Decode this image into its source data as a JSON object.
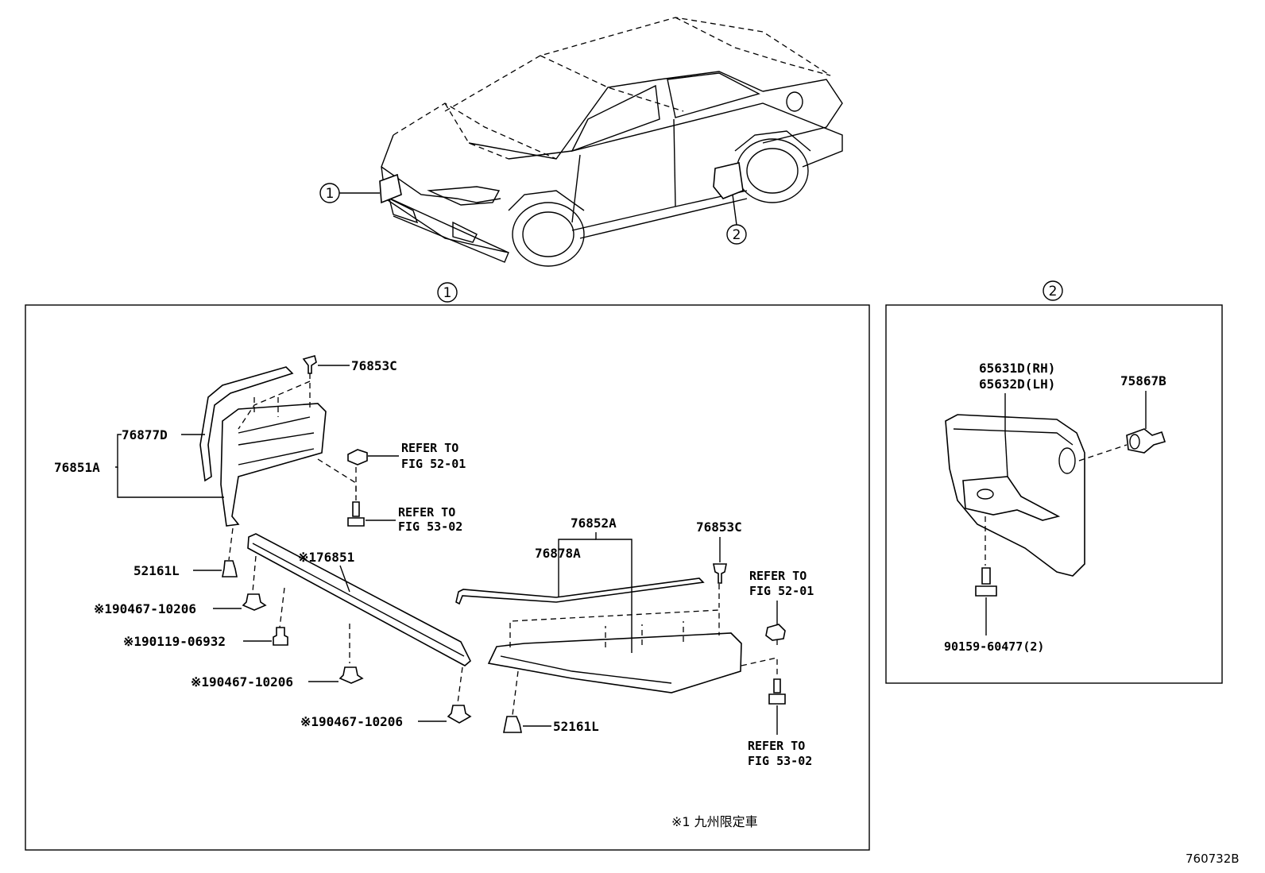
{
  "callouts": {
    "c1": "1",
    "c2": "2"
  },
  "panel1": {
    "labels": {
      "p76853C_a": "76853C",
      "p76877D": "76877D",
      "p76851A": "76851A",
      "refer52_a_1": "REFER TO",
      "refer52_a_2": "FIG 52-01",
      "refer53_a_1": "REFER TO",
      "refer53_a_2": "FIG 53-02",
      "p52161L_a": "52161L",
      "p76851": "※176851",
      "p90467_a": "※190467-10206",
      "p90119": "※190119-06932",
      "p90467_b": "※190467-10206",
      "p90467_c": "※190467-10206",
      "p52161L_b": "52161L",
      "p76852A": "76852A",
      "p76878A": "76878A",
      "p76853C_b": "76853C",
      "refer52_b_1": "REFER TO",
      "refer52_b_2": "FIG 52-01",
      "refer53_b_1": "REFER TO",
      "refer53_b_2": "FIG 53-02",
      "footnote": "※1 九州限定車"
    }
  },
  "panel2": {
    "labels": {
      "p65631D": "65631D(RH)",
      "p65632D": "65632D(LH)",
      "p75867B": "75867B",
      "p90159": "90159-60477(2)"
    }
  },
  "figure_code": "760732B"
}
